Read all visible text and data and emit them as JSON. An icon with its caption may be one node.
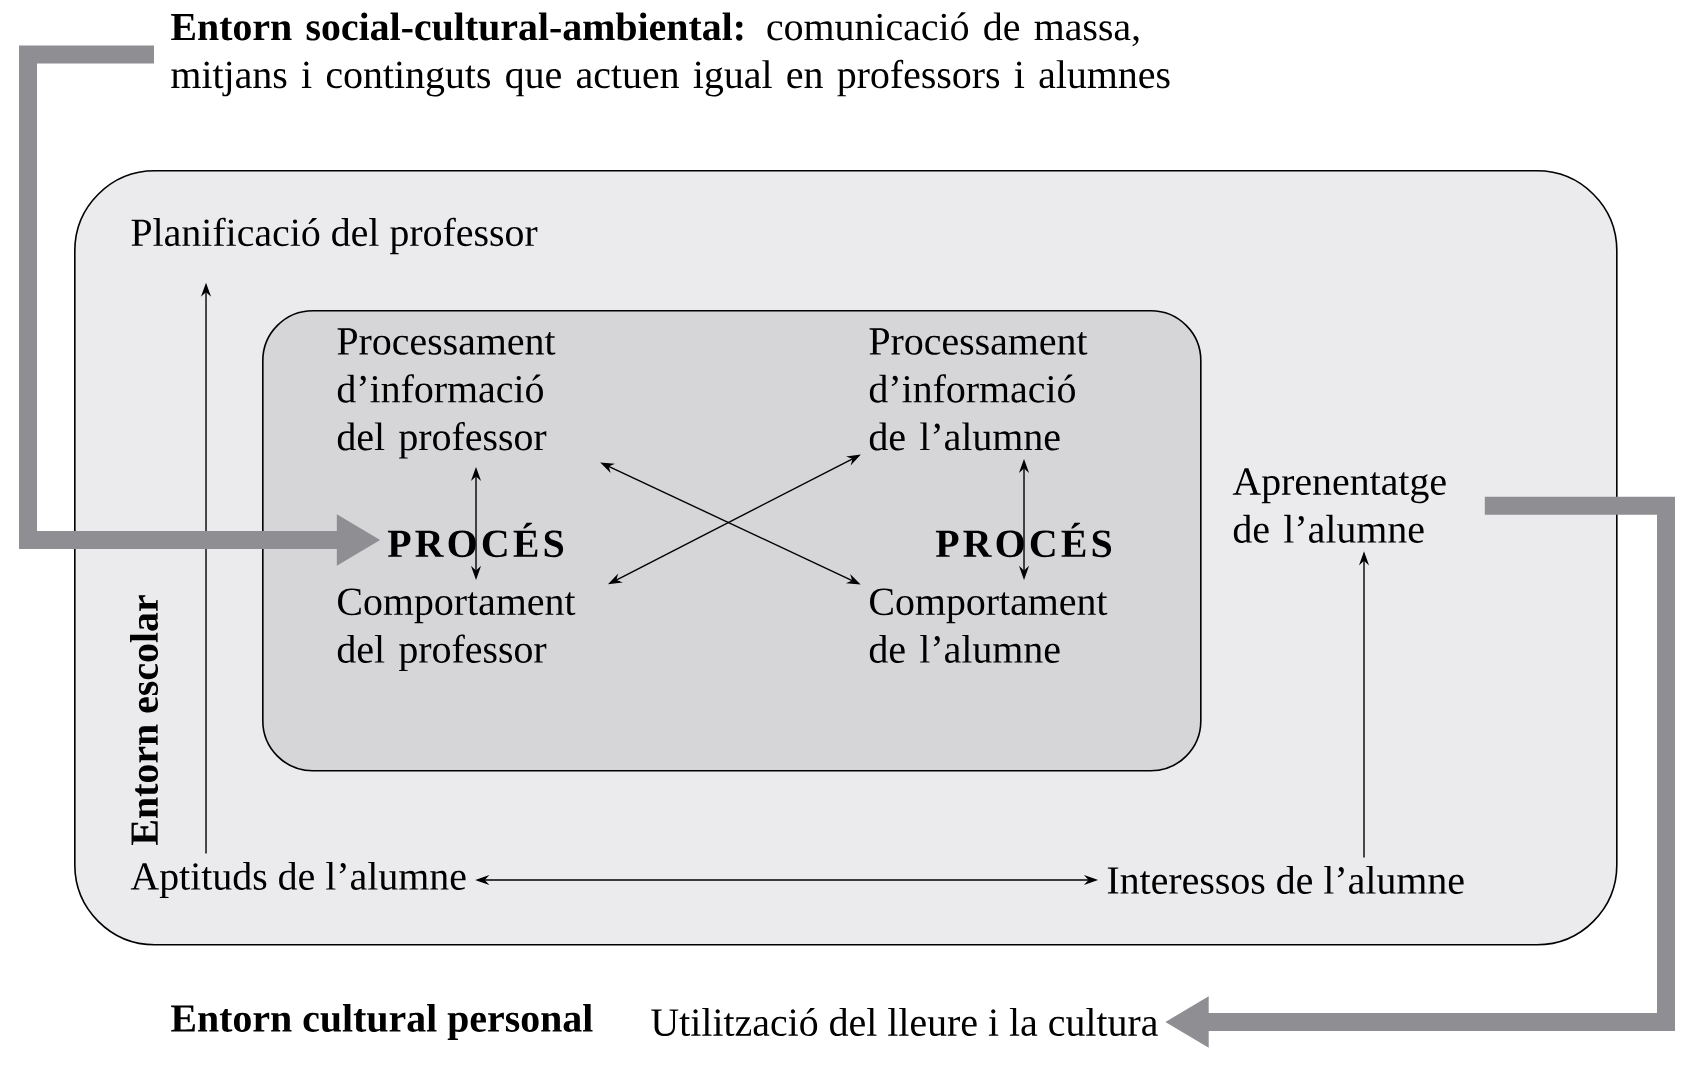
{
  "diagram": {
    "nodes": [
      {
        "text": [
          "Entorn escolar"
        ]
      },
      {
        "text": [
          "**Entorn social-cultural-ambiental:** comunicació de massa, mitjans i continguts que actuen igual en professors i alumnes"
        ]
      },
      {
        "text": [
          "Planificació del professor"
        ],
        "in": 0
      },
      {
        "text": [],
        "shape": "box",
        "in": 0
      },
      {
        "text": [
          "Processament d’informació del professor"
        ],
        "in": 3
      },
      {
        "text": [
          "PROCÉS"
        ],
        "in": 3
      },
      {
        "text": [
          "Comportament del professor"
        ],
        "in": 3
      },
      {
        "text": [
          "Processament d’informació de l’alumne"
        ],
        "in": 3
      },
      {
        "text": [
          "PROCÉS"
        ],
        "in": 3
      },
      {
        "text": [
          "Comportament de l’alumne"
        ],
        "in": 3
      },
      {
        "text": [
          "Aprenentatge de l’alumne"
        ],
        "in": 0
      },
      {
        "text": [
          "Aptituds de l’alumne"
        ],
        "in": 0
      },
      {
        "text": [
          "Interessos de l’alumne"
        ],
        "in": 0
      },
      {
        "text": [
          "Utilització del lleure i la cultura"
        ]
      }
    ],
    "edges": [
      {
        "from": 11,
        "to": 2,
        "arrow": "to"
      },
      {
        "from": 4,
        "to": 6,
        "arrow": "both"
      },
      {
        "from": 7,
        "to": 9,
        "arrow": "both"
      },
      {
        "from": 4,
        "to": 9,
        "arrow": "both"
      },
      {
        "from": 7,
        "to": 6,
        "arrow": "both"
      },
      {
        "from": 12,
        "to": 10,
        "arrow": "to"
      },
      {
        "from": 11,
        "to": 12,
        "arrow": "both"
      },
      {
        "from": 1,
        "to": 5,
        "arrow": "to",
        "style": "thick",
        "color": "#8e8e93"
      },
      {
        "from": 10,
        "to": 13,
        "arrow": "to",
        "style": "thick",
        "color": "#8e8e93"
      }
    ],
    "labels": [
      "Entorn cultural personal"
    ]
  }
}
